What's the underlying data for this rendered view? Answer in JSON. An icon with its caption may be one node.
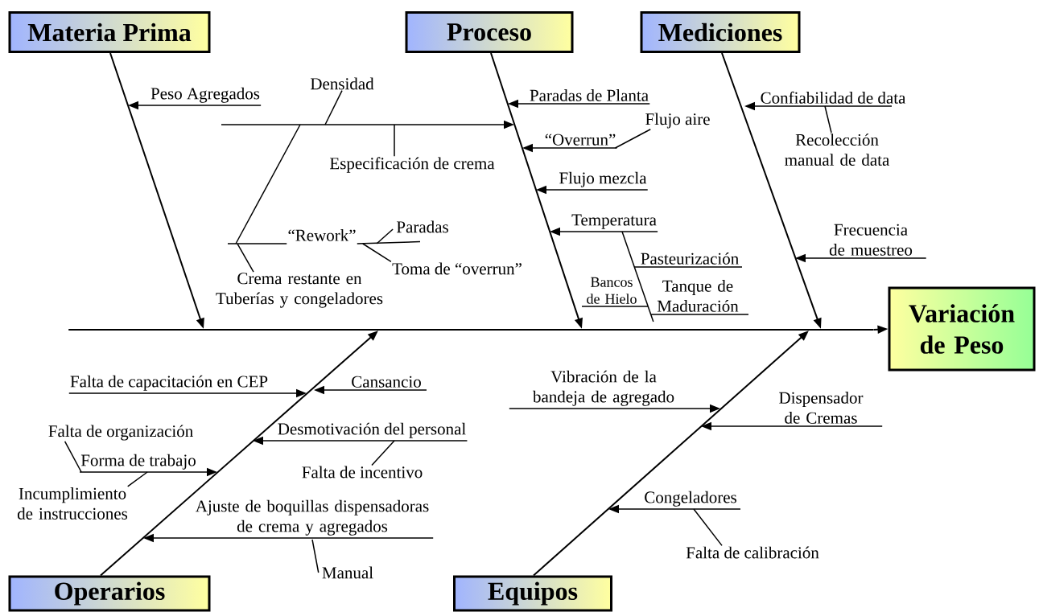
{
  "diagram": {
    "nodes": [
      {
        "text": [
          "Materia Prima"
        ]
      },
      {
        "text": [
          "Proceso"
        ]
      },
      {
        "text": [
          "Mediciones"
        ]
      },
      {
        "text": [
          "Variación de Peso"
        ]
      },
      {
        "text": [
          "Operarios"
        ]
      },
      {
        "text": [
          "Equipos"
        ]
      },
      {
        "text": [
          "Peso Agregados"
        ]
      },
      {
        "text": [
          "Densidad"
        ]
      },
      {
        "text": [
          "Especificación de crema"
        ]
      },
      {
        "text": [
          "“Rework”"
        ]
      },
      {
        "text": [
          "Paradas"
        ]
      },
      {
        "text": [
          "Toma de “overrun”"
        ]
      },
      {
        "text": [
          "Crema restante en Tuberías y congeladores"
        ]
      },
      {
        "text": [
          "Paradas de Planta"
        ]
      },
      {
        "text": [
          "“Overrun”"
        ]
      },
      {
        "text": [
          "Flujo aire"
        ]
      },
      {
        "text": [
          "Flujo mezcla"
        ]
      },
      {
        "text": [
          "Temperatura"
        ]
      },
      {
        "text": [
          "Pasteurización"
        ]
      },
      {
        "text": [
          "Bancos de Hielo"
        ]
      },
      {
        "text": [
          "Tanque de Maduración"
        ]
      },
      {
        "text": [
          "Confiabilidad de data"
        ]
      },
      {
        "text": [
          "Recolección manual de data"
        ]
      },
      {
        "text": [
          "Frecuencia de muestreo"
        ]
      },
      {
        "text": [
          "Falta de capacitación en CEP"
        ]
      },
      {
        "text": [
          "Cansancio"
        ]
      },
      {
        "text": [
          "Falta de organización"
        ]
      },
      {
        "text": [
          "Forma de trabajo"
        ]
      },
      {
        "text": [
          "Desmotivación del personal"
        ]
      },
      {
        "text": [
          "Falta de incentivo"
        ]
      },
      {
        "text": [
          "Incumplimiento de instrucciones"
        ]
      },
      {
        "text": [
          "Ajuste de boquillas dispensadoras de crema y agregados"
        ]
      },
      {
        "text": [
          "Manual"
        ]
      },
      {
        "text": [
          "Vibración de la bandeja de agregado"
        ]
      },
      {
        "text": [
          "Dispensador de Cremas"
        ]
      },
      {
        "text": [
          "Congeladores"
        ]
      },
      {
        "text": [
          "Falta de calibración"
        ]
      },
      {
        "text": [],
        "shape": "bar"
      }
    ],
    "edges": [
      {
        "from": 37,
        "to": 3,
        "arrow": "to"
      },
      {
        "from": 0,
        "to": 37,
        "arrow": "to"
      },
      {
        "from": 1,
        "to": 37,
        "arrow": "to"
      },
      {
        "from": 2,
        "to": 37,
        "arrow": "to"
      },
      {
        "from": 4,
        "to": 37,
        "arrow": "to"
      },
      {
        "from": 5,
        "to": 37,
        "arrow": "to"
      },
      {
        "from": 6,
        "to": null,
        "arrow": "to"
      },
      {
        "from": 7,
        "to": null,
        "arrow": "none"
      },
      {
        "from": 8,
        "to": null,
        "arrow": "none"
      },
      {
        "from": 9,
        "to": null,
        "arrow": "none"
      },
      {
        "from": 10,
        "to": null,
        "arrow": "none"
      },
      {
        "from": 11,
        "to": 9,
        "arrow": "none"
      },
      {
        "from": 12,
        "to": null,
        "arrow": "none"
      },
      {
        "from": 13,
        "to": null,
        "arrow": "to"
      },
      {
        "from": 14,
        "to": null,
        "arrow": "to"
      },
      {
        "from": 15,
        "to": 14,
        "arrow": "none"
      },
      {
        "from": 16,
        "to": null,
        "arrow": "to"
      },
      {
        "from": 17,
        "to": null,
        "arrow": "to"
      },
      {
        "from": 17,
        "to": 20,
        "arrow": "none"
      },
      {
        "from": 18,
        "to": null,
        "arrow": "none"
      },
      {
        "from": 19,
        "to": null,
        "arrow": "none"
      },
      {
        "from": 20,
        "to": null,
        "arrow": "none"
      },
      {
        "from": 21,
        "to": null,
        "arrow": "to"
      },
      {
        "from": 22,
        "to": 21,
        "arrow": "none"
      },
      {
        "from": 23,
        "to": null,
        "arrow": "to"
      },
      {
        "from": 24,
        "to": null,
        "arrow": "to"
      },
      {
        "from": 25,
        "to": null,
        "arrow": "to"
      },
      {
        "from": 26,
        "to": 27,
        "arrow": "none"
      },
      {
        "from": 27,
        "to": null,
        "arrow": "to"
      },
      {
        "from": 28,
        "to": null,
        "arrow": "to"
      },
      {
        "from": 29,
        "to": 28,
        "arrow": "none"
      },
      {
        "from": 30,
        "to": 27,
        "arrow": "none"
      },
      {
        "from": 31,
        "to": null,
        "arrow": "to"
      },
      {
        "from": 32,
        "to": 31,
        "arrow": "none"
      },
      {
        "from": 33,
        "to": null,
        "arrow": "to"
      },
      {
        "from": 34,
        "to": null,
        "arrow": "to"
      },
      {
        "from": 35,
        "to": null,
        "arrow": "to"
      },
      {
        "from": 36,
        "to": 35,
        "arrow": "none"
      },
      {
        "from": 9,
        "to": 10,
        "arrow": "none"
      }
    ]
  }
}
